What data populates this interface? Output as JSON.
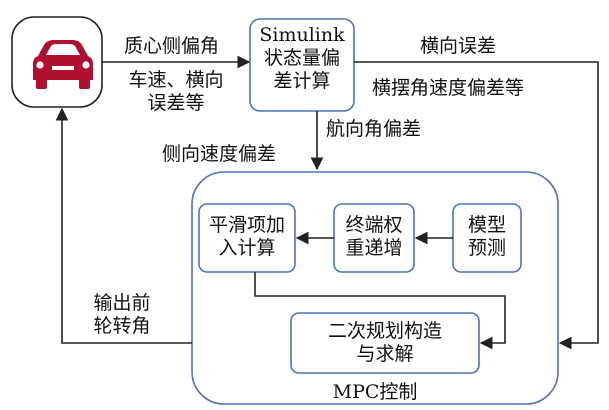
{
  "colors": {
    "car_red": "#b01030",
    "box_border": "#4a74b4",
    "line": "#222222"
  },
  "icons": {
    "vehicle": "car-icon"
  },
  "nodes": {
    "simulink": {
      "lines": [
        "Simulink",
        "状态量偏",
        "差计算"
      ]
    },
    "mpc": {
      "title": "MPC控制"
    },
    "smooth": {
      "lines": [
        "平滑项加",
        "入计算"
      ]
    },
    "terminal": {
      "lines": [
        "终端权",
        "重递增"
      ]
    },
    "predict": {
      "lines": [
        "模型",
        "预测"
      ]
    },
    "qp": {
      "lines": [
        "二次规划构造",
        "与求解"
      ]
    }
  },
  "edges": {
    "centroid_slip": "质心侧偏角",
    "speed_lateral": [
      "车速、横向",
      "误差等"
    ],
    "lateral_error": "横向误差",
    "yaw_rate_dev": "横摆角速度偏差等",
    "heading_dev": "航向角偏差",
    "lateral_speed_dev": "侧向速度偏差",
    "front_wheel": [
      "输出前",
      "轮转角"
    ]
  }
}
